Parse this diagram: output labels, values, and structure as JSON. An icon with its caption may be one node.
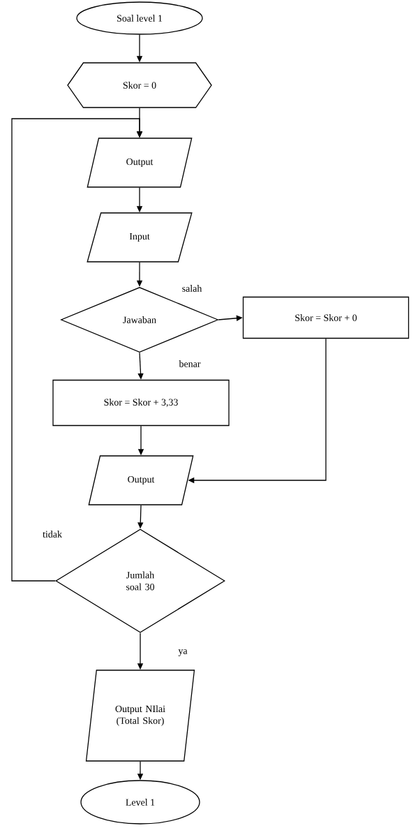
{
  "diagram": {
    "nodes": [
      {
        "text": [
          "Soal level 1"
        ]
      },
      {
        "text": [
          "Skor = 0"
        ]
      },
      {
        "text": [
          "Output"
        ]
      },
      {
        "text": [
          "Input"
        ]
      },
      {
        "text": [
          "Jawaban"
        ]
      },
      {
        "text": [
          "Skor = Skor + 0"
        ]
      },
      {
        "text": [
          "Skor = Skor + 3,33"
        ]
      },
      {
        "text": [
          "Output"
        ]
      },
      {
        "text": [
          "Jumlah soal 30"
        ]
      },
      {
        "text": [
          "Output NIlai (Total Skor)"
        ]
      },
      {
        "text": [
          "Level 1"
        ]
      }
    ],
    "edges": [
      {
        "from": 0,
        "to": 1,
        "arrow": "to"
      },
      {
        "from": 1,
        "to": 2,
        "arrow": "to"
      },
      {
        "from": 2,
        "to": 3,
        "arrow": "to"
      },
      {
        "from": 3,
        "to": 4,
        "arrow": "to"
      },
      {
        "from": 4,
        "to": 5,
        "arrow": "to",
        "label": "salah"
      },
      {
        "from": 4,
        "to": 6,
        "arrow": "to",
        "label": "benar"
      },
      {
        "from": 6,
        "to": 7,
        "arrow": "to"
      },
      {
        "from": 5,
        "to": 7,
        "arrow": "to"
      },
      {
        "from": 7,
        "to": 8,
        "arrow": "to"
      },
      {
        "from": 8,
        "to": 2,
        "arrow": "to",
        "label": "tidak"
      },
      {
        "from": 8,
        "to": 9,
        "arrow": "to",
        "label": "ya"
      },
      {
        "from": 9,
        "to": 10,
        "arrow": "to"
      }
    ]
  }
}
